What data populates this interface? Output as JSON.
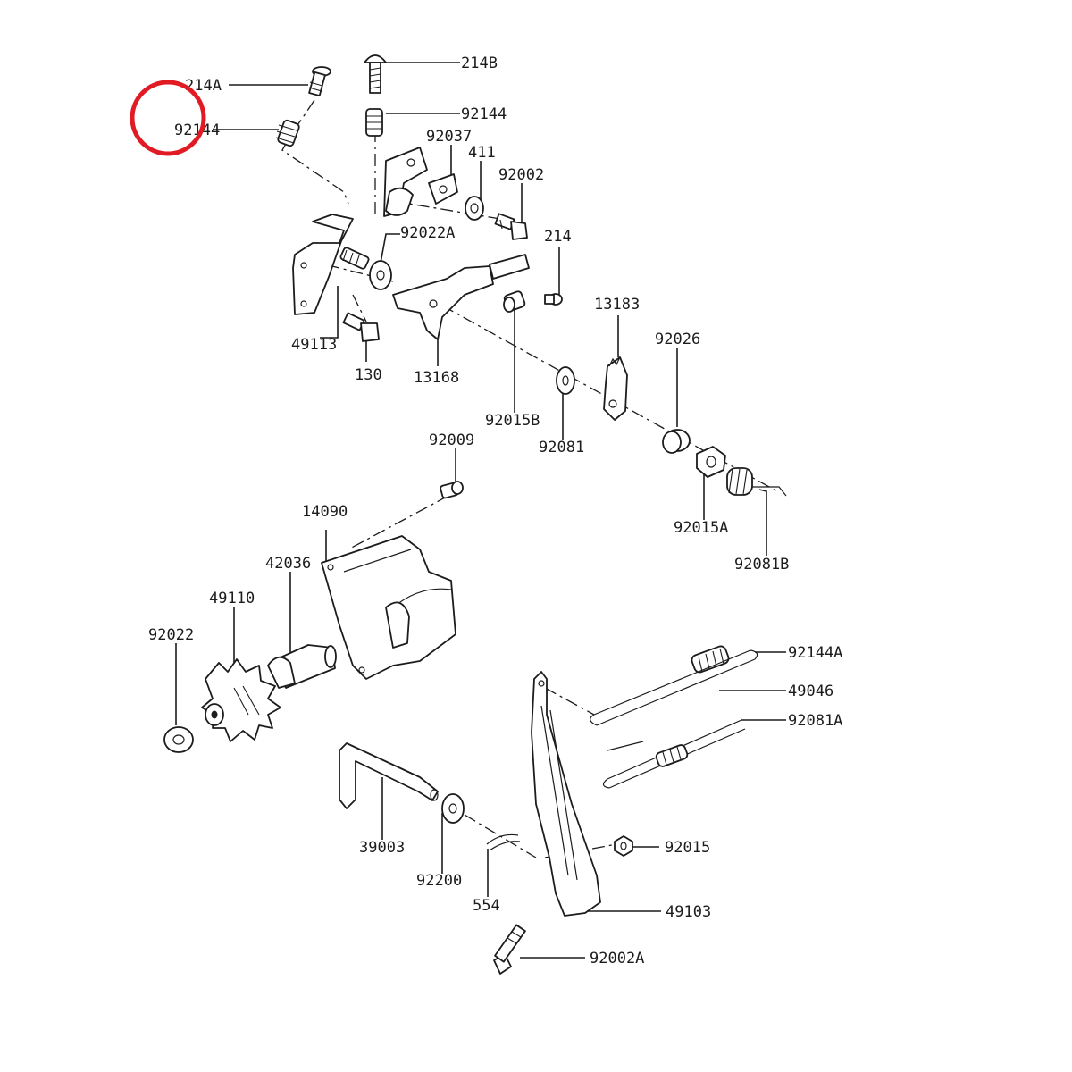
{
  "highlight": {
    "color": "#e01b24",
    "shape": "circle"
  },
  "labels": {
    "l214A": "214A",
    "l214B": "214B",
    "l92144_left": "92144",
    "l92144_top": "92144",
    "l92037": "92037",
    "l411": "411",
    "l92002": "92002",
    "l92022A": "92022A",
    "l214": "214",
    "l49113": "49113",
    "l130": "130",
    "l13168": "13168",
    "l13183": "13183",
    "l92026": "92026",
    "l92015B": "92015B",
    "l92081": "92081",
    "l92009": "92009",
    "l92015A": "92015A",
    "l92081B": "92081B",
    "l14090": "14090",
    "l42036": "42036",
    "l49110": "49110",
    "l92022": "92022",
    "l92144A": "92144A",
    "l49046": "49046",
    "l92081A": "92081A",
    "l92015": "92015",
    "l39003": "39003",
    "l92200": "92200",
    "l554": "554",
    "l49103": "49103",
    "l92002A": "92002A"
  }
}
